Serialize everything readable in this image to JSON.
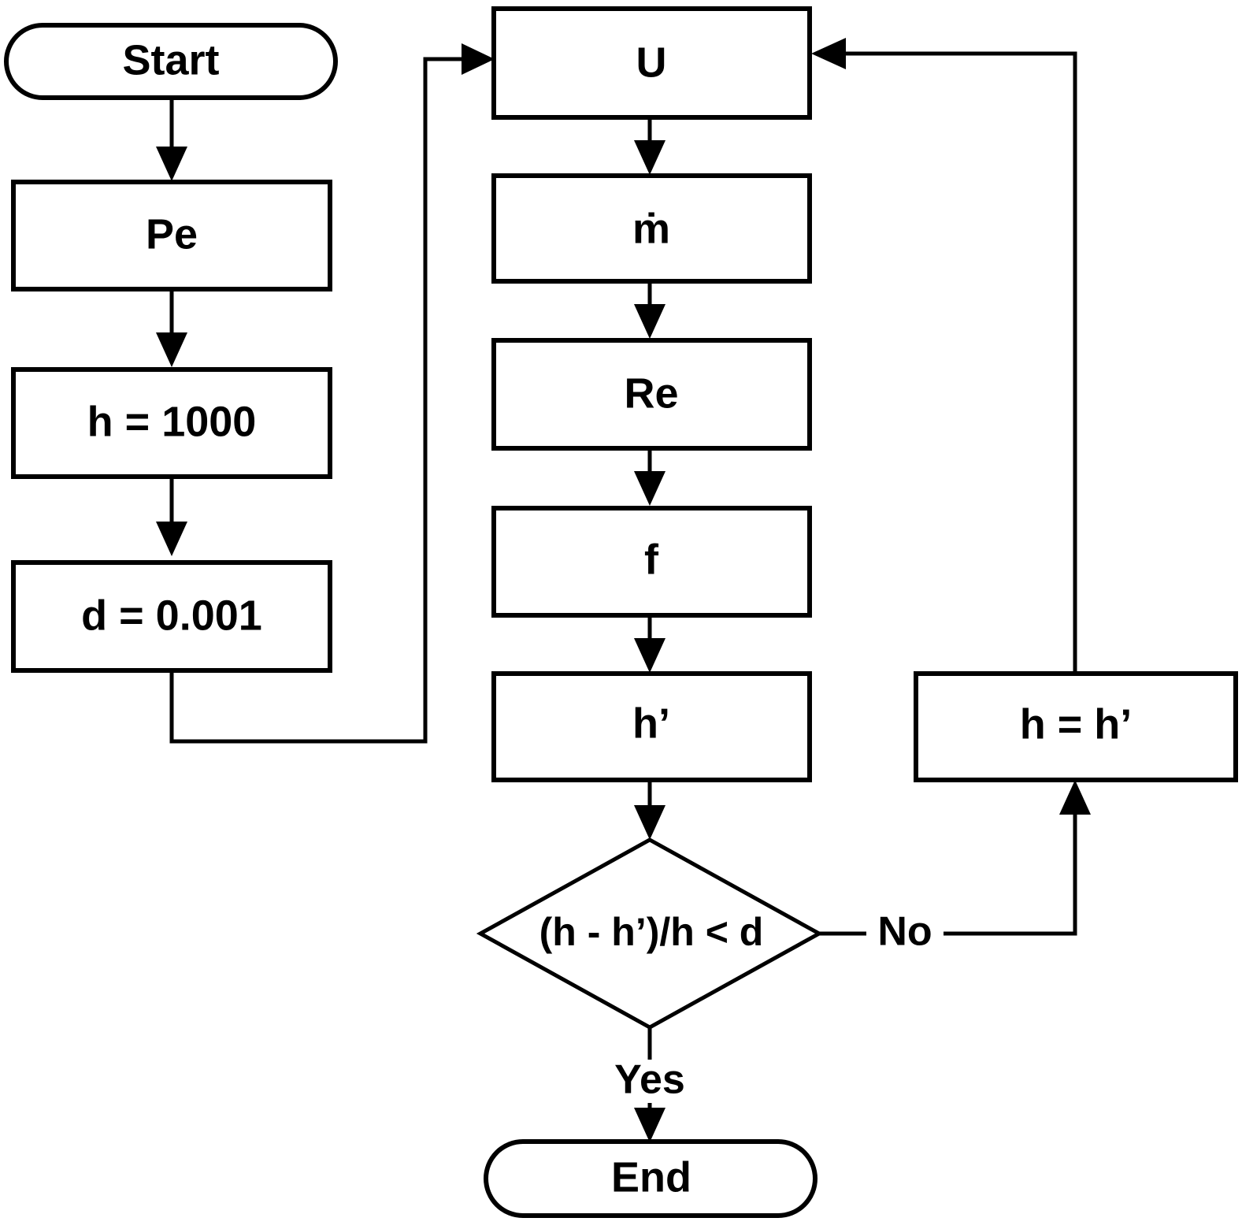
{
  "diagram": {
    "type": "flowchart",
    "title": "",
    "background_color": "#ffffff",
    "line_color": "#000000",
    "fill_color": "#ffffff",
    "nodes": {
      "start": {
        "label": "Start",
        "shape": "terminator"
      },
      "pe": {
        "label": "Pe",
        "shape": "process"
      },
      "h_init": {
        "label": "h = 1000",
        "shape": "process"
      },
      "d_init": {
        "label": "d = 0.001",
        "shape": "process"
      },
      "u": {
        "label": "U",
        "shape": "process"
      },
      "mdot": {
        "label": "ṁ",
        "shape": "process"
      },
      "re": {
        "label": "Re",
        "shape": "process"
      },
      "f": {
        "label": "f",
        "shape": "process"
      },
      "h_prime": {
        "label": "h’",
        "shape": "process"
      },
      "decision": {
        "label": "(h - h’)/h < d",
        "shape": "decision"
      },
      "h_assign": {
        "label": "h = h’",
        "shape": "process"
      },
      "end": {
        "label": "End",
        "shape": "terminator"
      }
    },
    "edge_labels": {
      "yes": "Yes",
      "no": "No"
    },
    "edges": [
      {
        "from": "start",
        "to": "pe",
        "label": ""
      },
      {
        "from": "pe",
        "to": "h_init",
        "label": ""
      },
      {
        "from": "h_init",
        "to": "d_init",
        "label": ""
      },
      {
        "from": "d_init",
        "to": "u",
        "label": ""
      },
      {
        "from": "u",
        "to": "mdot",
        "label": ""
      },
      {
        "from": "mdot",
        "to": "re",
        "label": ""
      },
      {
        "from": "re",
        "to": "f",
        "label": ""
      },
      {
        "from": "f",
        "to": "h_prime",
        "label": ""
      },
      {
        "from": "h_prime",
        "to": "decision",
        "label": ""
      },
      {
        "from": "decision",
        "to": "end",
        "label": "Yes"
      },
      {
        "from": "decision",
        "to": "h_assign",
        "label": "No"
      },
      {
        "from": "h_assign",
        "to": "u",
        "label": ""
      }
    ]
  }
}
